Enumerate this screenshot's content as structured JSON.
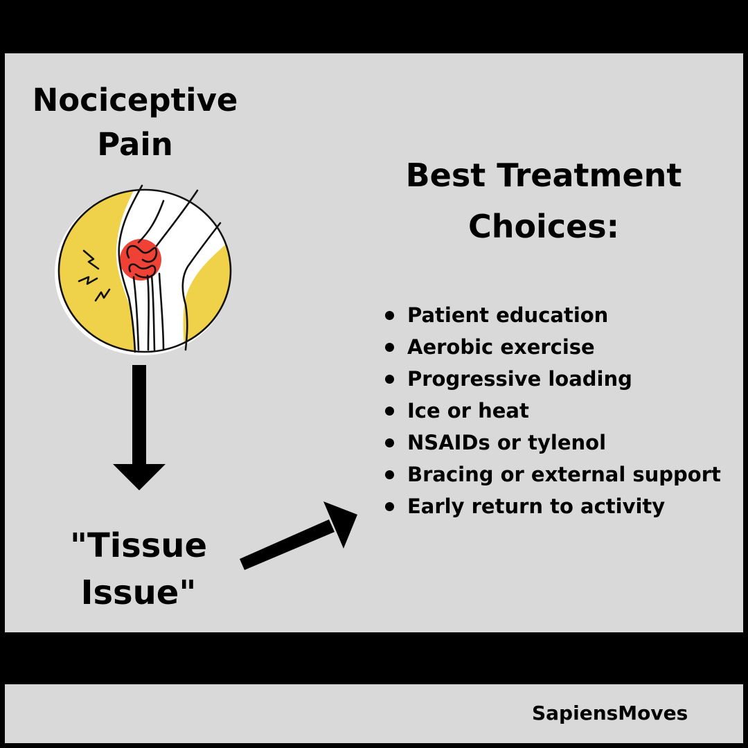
{
  "diagram": {
    "left_title": [
      "Nociceptive",
      "Pain"
    ],
    "middle_label": [
      "\"Tissue",
      "Issue\""
    ],
    "right_title": [
      "Best Treatment",
      "Choices:"
    ],
    "treatments": [
      "Patient education",
      "Aerobic exercise",
      "Progressive loading",
      "Ice or heat",
      "NSAIDs or tylenol",
      "Bracing or external support",
      "Early return to activity"
    ],
    "illustration": "knee-pain-illustration",
    "arrows": [
      "arrow-down-icon",
      "arrow-up-right-icon"
    ]
  },
  "footer": {
    "brand": "SapiensMoves"
  },
  "colors": {
    "background": "#000000",
    "panel": "#d9d9d9",
    "illustration_yellow": "#f0d24a",
    "pain_red": "#ef4136",
    "text": "#000000"
  }
}
